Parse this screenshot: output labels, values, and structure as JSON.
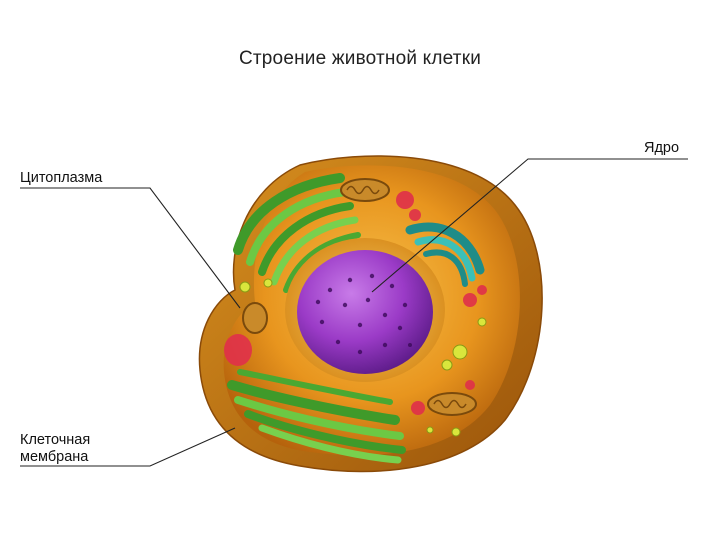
{
  "title": "Строение животной клетки",
  "labels": {
    "cytoplasm": "Цитоплазма",
    "nucleus": "Ядро",
    "membrane_line1": "Клеточная",
    "membrane_line2": "мембрана"
  },
  "colors": {
    "cytoplasm": "#e08a1e",
    "membrane": "#b8680d",
    "nucleus": "#9b3bc7",
    "endoplasmic_reticulum": "#5cb83a",
    "golgi": "#2a9f9a",
    "mitochondria": "#c98a2a",
    "vesicles": "#d9e63c",
    "lysosomes": "#e0304a"
  }
}
